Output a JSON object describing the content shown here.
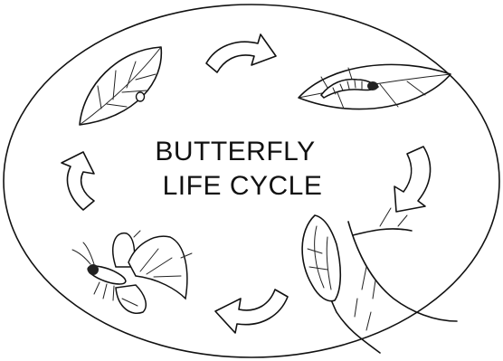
{
  "title": {
    "line1": "BUTTERFLY",
    "line2": "LIFE CYCLE"
  },
  "stages": [
    {
      "name": "egg",
      "icon": "leaf-with-egg-icon"
    },
    {
      "name": "caterpillar",
      "icon": "leaf-with-caterpillar-icon"
    },
    {
      "name": "chrysalis",
      "icon": "chrysalis-on-branch-icon"
    },
    {
      "name": "butterfly",
      "icon": "butterfly-icon"
    }
  ],
  "arrows": [
    "curved-arrow-icon",
    "curved-arrow-icon",
    "curved-arrow-icon",
    "curved-arrow-icon"
  ],
  "colors": {
    "line": "#111111",
    "background": "#ffffff"
  }
}
